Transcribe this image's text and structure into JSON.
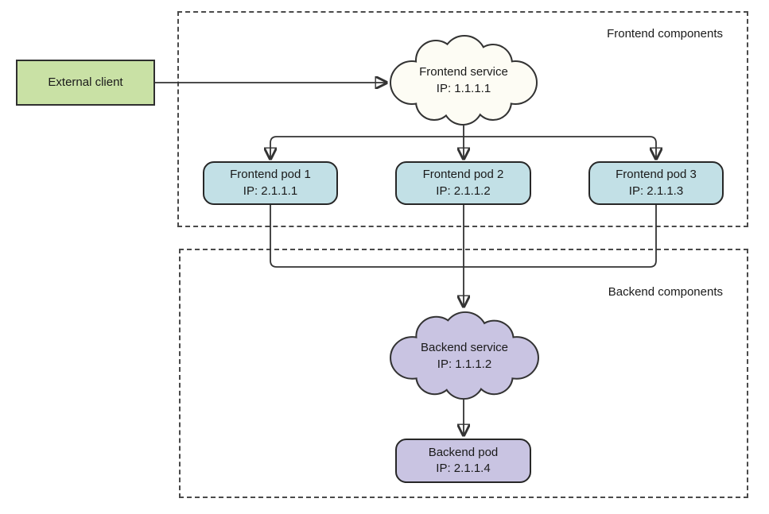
{
  "diagram": {
    "external_client": {
      "label": "External client"
    },
    "frontend_group": {
      "label": "Frontend components",
      "service": {
        "name": "Frontend service",
        "ip": "IP: 1.1.1.1"
      },
      "pods": [
        {
          "name": "Frontend pod 1",
          "ip": "IP: 2.1.1.1"
        },
        {
          "name": "Frontend pod 2",
          "ip": "IP: 2.1.1.2"
        },
        {
          "name": "Frontend pod 3",
          "ip": "IP: 2.1.1.3"
        }
      ]
    },
    "backend_group": {
      "label": "Backend components",
      "service": {
        "name": "Backend service",
        "ip": "IP: 1.1.1.2"
      },
      "pod": {
        "name": "Backend pod",
        "ip": "IP: 2.1.1.4"
      }
    },
    "edges": [
      {
        "from": "External client",
        "to": "Frontend service"
      },
      {
        "from": "Frontend service",
        "to": "Frontend pod 1"
      },
      {
        "from": "Frontend service",
        "to": "Frontend pod 2"
      },
      {
        "from": "Frontend service",
        "to": "Frontend pod 3"
      },
      {
        "from": "Frontend pod 1",
        "to": "Backend service"
      },
      {
        "from": "Frontend pod 2",
        "to": "Backend service"
      },
      {
        "from": "Frontend pod 3",
        "to": "Backend service"
      },
      {
        "from": "Backend service",
        "to": "Backend pod"
      }
    ],
    "colors": {
      "client_fill": "#c9e1a5",
      "frontend_pod_fill": "#c2e0e6",
      "frontend_service_fill": "#fdfcf4",
      "backend_fill": "#c9c4e2",
      "line": "#333333"
    }
  }
}
